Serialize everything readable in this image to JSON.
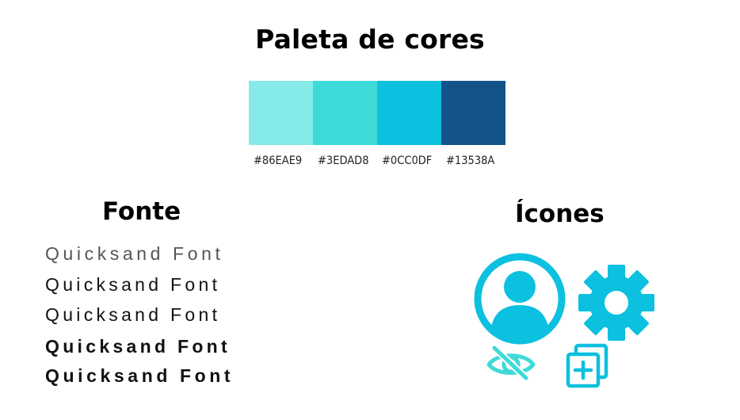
{
  "title": "Paleta de cores",
  "palette": {
    "colors": [
      "#86EAE9",
      "#3EDAD8",
      "#0CC0DF",
      "#13538A"
    ],
    "labels": [
      "#86EAE9",
      "#3EDAD8",
      "#0CC0DF",
      "#13538A"
    ]
  },
  "fonte": {
    "heading": "Fonte",
    "samples": [
      "Quicksand Font",
      "Quicksand Font",
      "Quicksand Font",
      "Quicksand Font",
      "Quicksand Font"
    ]
  },
  "icones": {
    "heading": "Ícones",
    "icon_color": "#0CC0DF",
    "icon_color_light": "#3EDAD8",
    "items": [
      "user-avatar-icon",
      "gear-icon",
      "eye-off-icon",
      "add-copy-icon"
    ]
  }
}
